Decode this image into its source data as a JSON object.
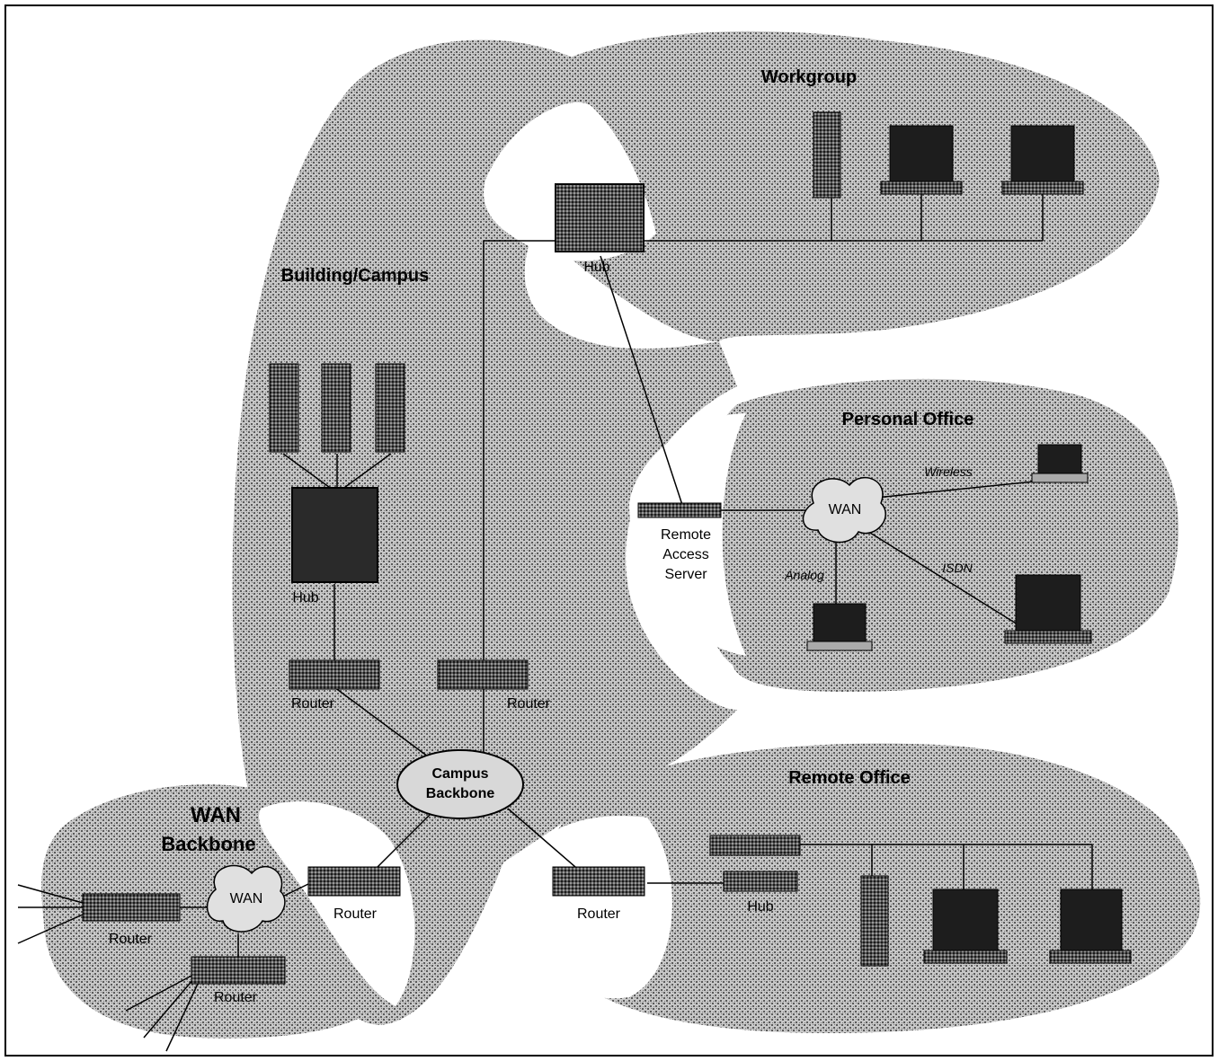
{
  "regions": {
    "workgroup": "Workgroup",
    "building": "Building/Campus",
    "personal": "Personal Office",
    "remote": "Remote Office",
    "wan_backbone_line1": "WAN",
    "wan_backbone_line2": "Backbone"
  },
  "devices": {
    "hub_top": "Hub",
    "hub_left": "Hub",
    "router_left": "Router",
    "router_mid": "Router",
    "campus_line1": "Campus",
    "campus_line2": "Backbone",
    "ras_line1": "Remote",
    "ras_line2": "Access",
    "ras_line3": "Server",
    "wan_cloud_personal": "WAN",
    "wan_cloud_backbone": "WAN",
    "router_bottom_mid": "Router",
    "router_bottom_right": "Router",
    "router_wan_left": "Router",
    "router_wan_bottom": "Router",
    "hub_remote": "Hub"
  },
  "links": {
    "wireless": "Wireless",
    "isdn": "ISDN",
    "analog": "Analog"
  },
  "colors": {
    "stipple_dark": "#6e6e6e",
    "stipple_light": "#c8c8c8",
    "device_dark": "#2a2a2a",
    "line": "#000000"
  }
}
